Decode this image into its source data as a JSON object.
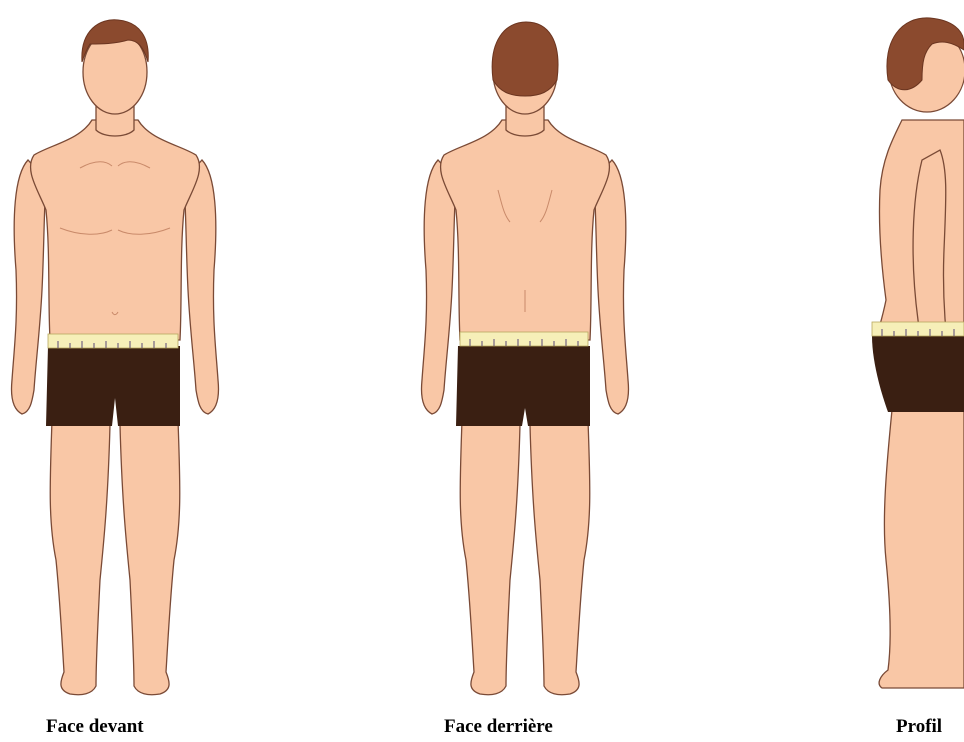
{
  "views": [
    {
      "id": "front",
      "caption": "Face devant"
    },
    {
      "id": "back",
      "caption": "Face derrière"
    },
    {
      "id": "profile",
      "caption": "Profil"
    }
  ],
  "colors": {
    "skin": "#f9c7a6",
    "skin_shadow": "#e6a886",
    "outline": "#7a4a36",
    "hair": "#8b4a2e",
    "hair_dark": "#6b3520",
    "shorts": "#3a1f12",
    "tape": "#f6efb8",
    "tape_marks": "#5a4a78"
  }
}
